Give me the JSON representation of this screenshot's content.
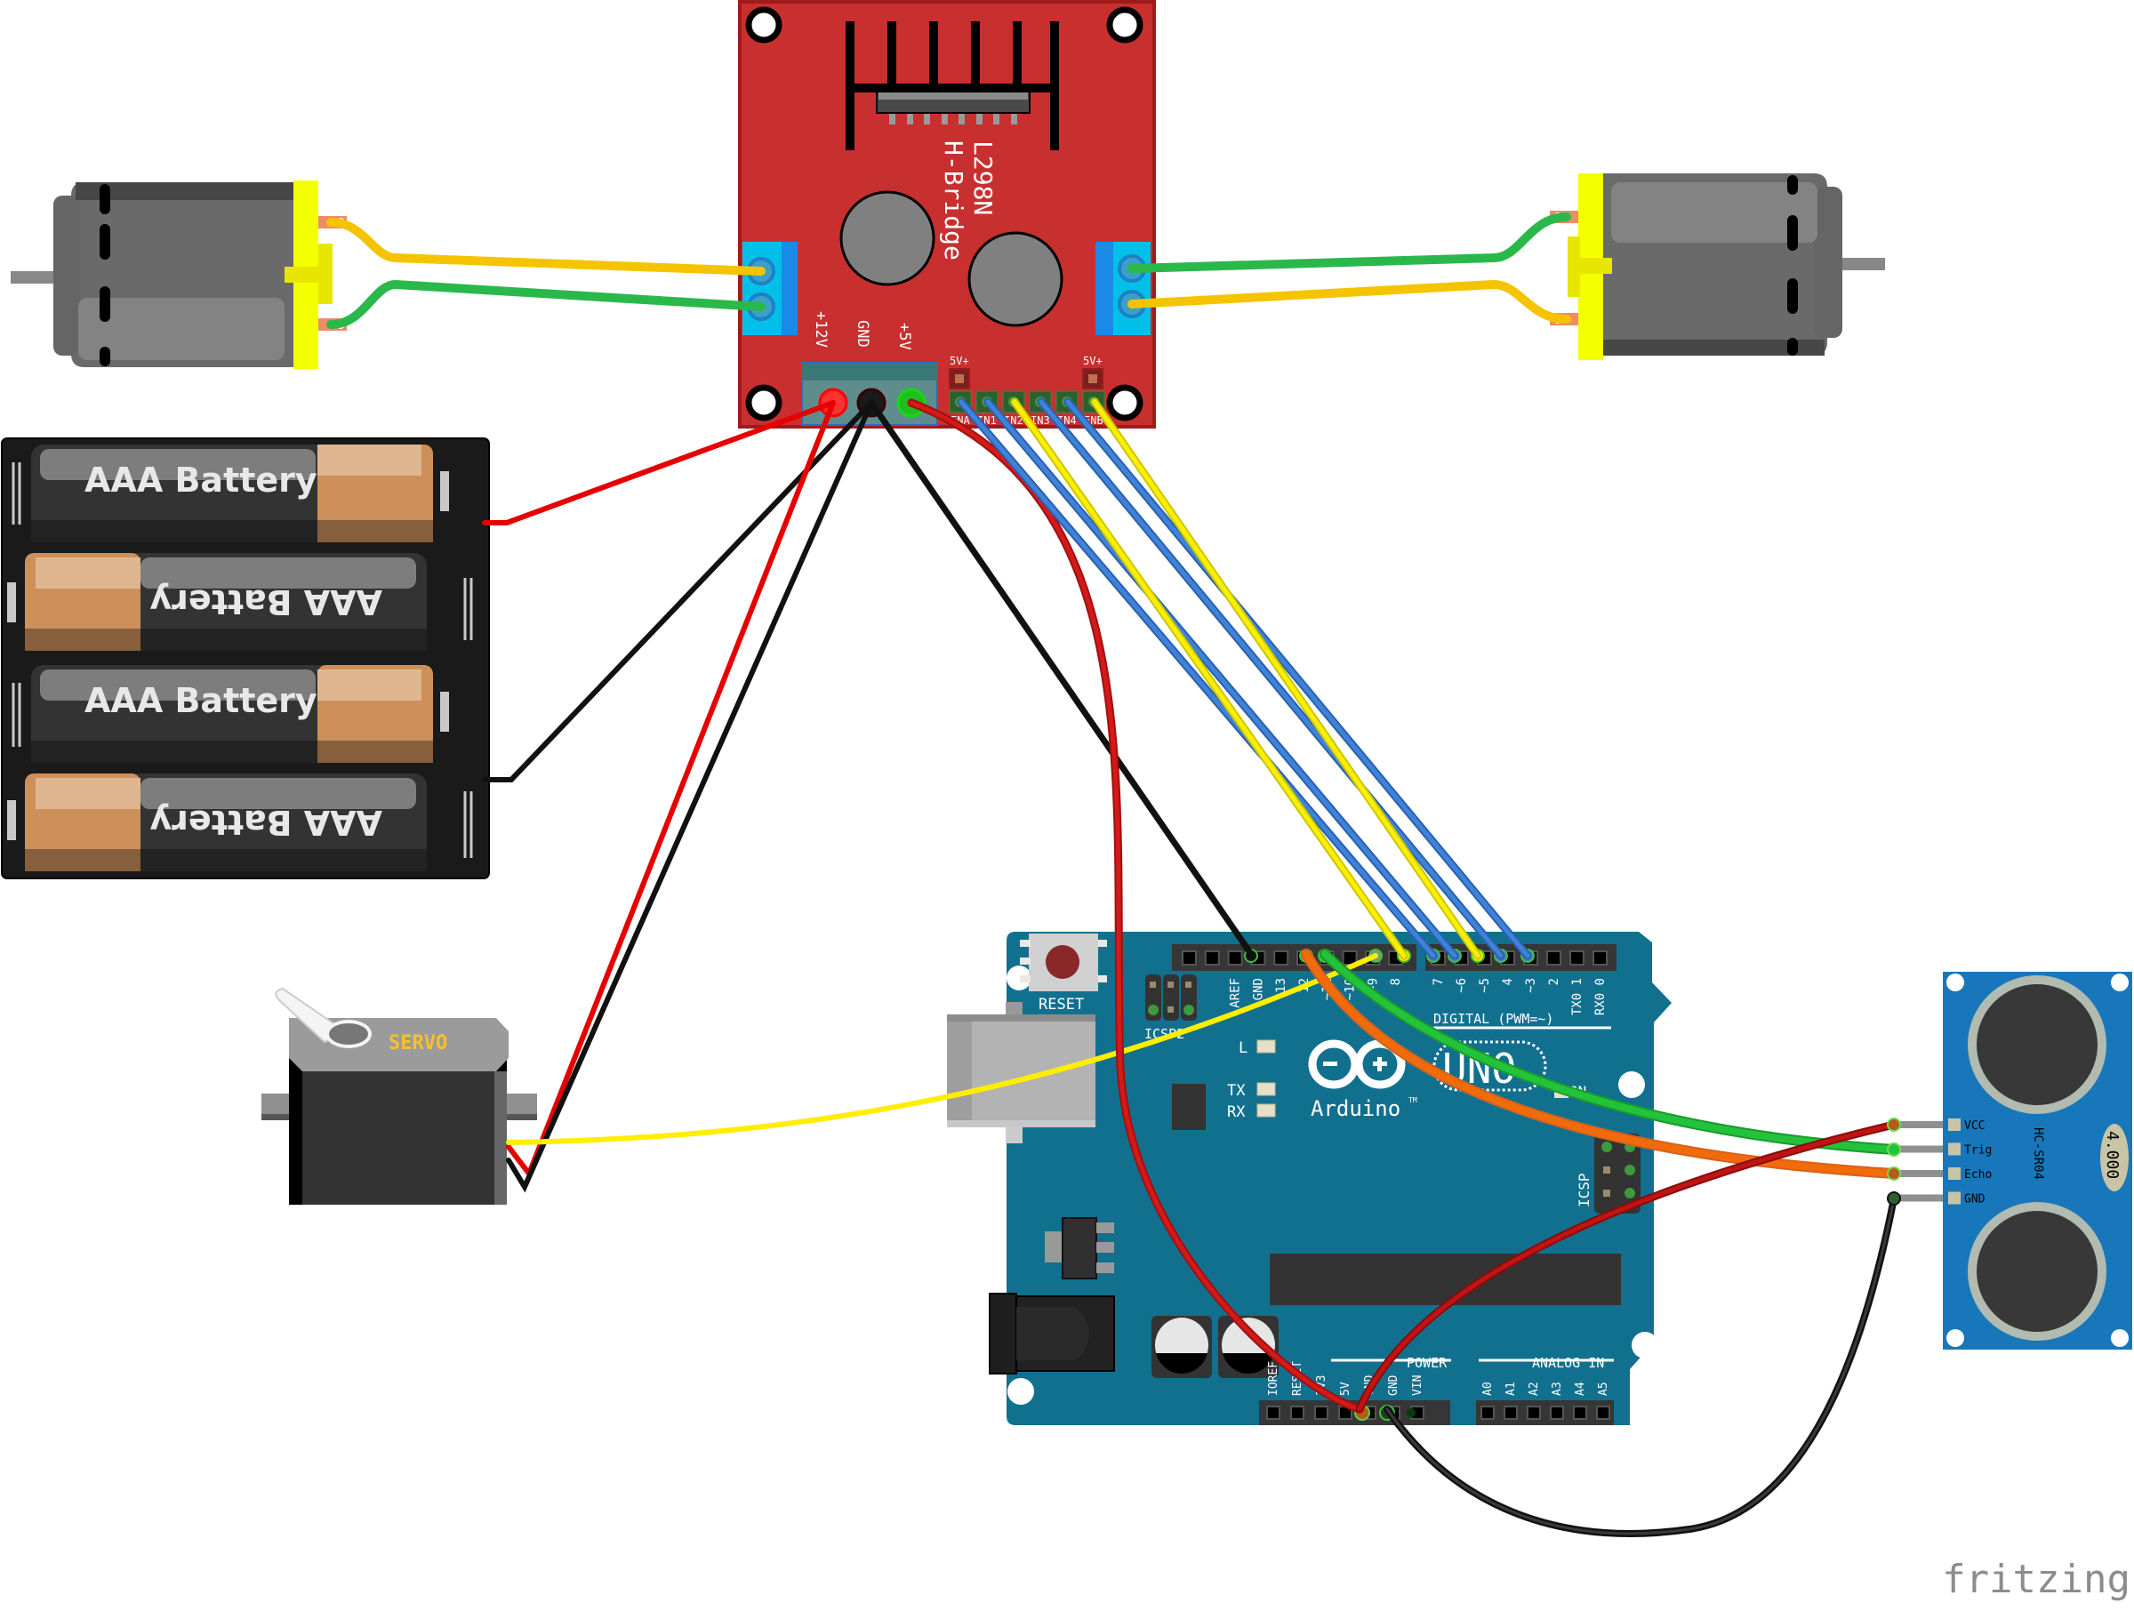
{
  "colors": {
    "hbridge_board": "#c82f2f",
    "arduino_board": "#12708f",
    "sensor_board": "#1877ba",
    "wire_red": "#e60000",
    "wire_black": "#111111",
    "wire_yellow": "#ffee00",
    "wire_blue": "#3b7bd6",
    "wire_green": "#22c33a",
    "wire_orange": "#f26b0a",
    "wire_darkred": "#c01414"
  },
  "hbridge": {
    "title_line1": "L298N",
    "title_line2": "H-Bridge",
    "power_labels": [
      "+12V",
      "GND",
      "+5V"
    ],
    "jumper_label": "5V+",
    "logic_pins": [
      "ENA",
      "IN1",
      "IN2",
      "IN3",
      "IN4",
      "ENB"
    ]
  },
  "battery_pack": {
    "cells": [
      "AAA Battery",
      "AAA Battery",
      "AAA Battery",
      "AAA Battery"
    ]
  },
  "servo": {
    "label": "SERVO"
  },
  "arduino": {
    "reset_label": "RESET",
    "icsp2_label": "ICSP2",
    "icsp_label": "ICSP",
    "led_labels": [
      "L",
      "TX",
      "RX"
    ],
    "on_label": "ON",
    "brand": "Arduino",
    "model": "UNO",
    "tm": "TM",
    "digital_header_label": "DIGITAL (PWM=~)",
    "digital_pins_left": [
      "AREF",
      "GND",
      "13",
      "12",
      "~11",
      "~10",
      "~9",
      "8"
    ],
    "digital_pins_right": [
      "7",
      "~6",
      "~5",
      "4",
      "~3",
      "2",
      "TX0 1",
      "RX0 0"
    ],
    "power_header_label": "POWER",
    "power_pins": [
      "IOREF",
      "RESET",
      "3V3",
      "5V",
      "GND",
      "GND",
      "VIN"
    ],
    "analog_header_label": "ANALOG IN",
    "analog_pins": [
      "A0",
      "A1",
      "A2",
      "A3",
      "A4",
      "A5"
    ]
  },
  "ultrasonic": {
    "model": "HC-SR04",
    "crystal": "4.000",
    "pins": [
      "VCC",
      "Trig",
      "Echo",
      "GND"
    ]
  },
  "watermark": "fritzing"
}
